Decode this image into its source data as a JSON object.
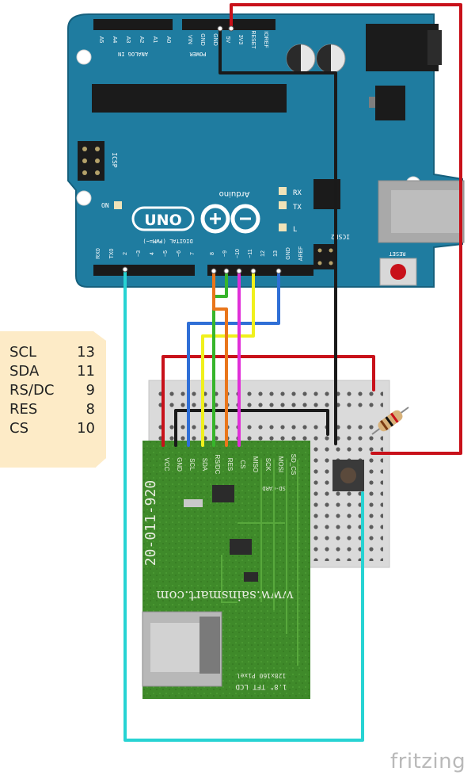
{
  "arduino": {
    "uno_label": "UNO",
    "brand": "Arduino",
    "analog_header_label": "ANALOG IN",
    "power_header_label": "POWER",
    "digital_header_label": "DIGITAL (PWM=~)",
    "analog_pins": [
      "A5",
      "A4",
      "A3",
      "A2",
      "A1",
      "A0"
    ],
    "power_pins": [
      "VIN",
      "GND",
      "GND",
      "5V",
      "3V3",
      "RESET",
      "IOREF"
    ],
    "digital_pins_low": [
      "RX0",
      "TX0",
      "2",
      "~3",
      "4",
      "~5",
      "~6",
      "7"
    ],
    "digital_pins_high": [
      "8",
      "~9",
      "~10",
      "~11",
      "12",
      "13",
      "GND",
      "AREF"
    ],
    "icsp_label": "ICSP",
    "icsp2_label": "ICSP2",
    "rx_label": "RX",
    "tx_label": "TX",
    "l_label": "L",
    "on_label": "ON",
    "reset_label": "RESET"
  },
  "lcd_module": {
    "pins": [
      "VCC",
      "GND",
      "SCL",
      "SDA",
      "RS/DC",
      "RES",
      "CS",
      "MISO",
      "SCK",
      "MOSI",
      "SD_CS"
    ],
    "part_number": "20-011-920",
    "website": "www.sainsmart.com",
    "model_text": "1.8\" TFT LCD",
    "resolution_text": "128x160 Pixel",
    "sd_label": "SD-CARD"
  },
  "pin_note": {
    "rows": [
      {
        "signal": "SCL",
        "pin": "13"
      },
      {
        "signal": "SDA",
        "pin": "11"
      },
      {
        "signal": "RS/DC",
        "pin": "9"
      },
      {
        "signal": "RES",
        "pin": "8"
      },
      {
        "signal": "CS",
        "pin": "10"
      }
    ]
  },
  "watermark": "fritzing",
  "colors": {
    "board": "#1f7ca0",
    "wire_red": "#c8111a",
    "wire_black": "#1a1a1a",
    "wire_cyan": "#27d3d3",
    "wire_blue": "#2f6fd6",
    "wire_yellow": "#f0f01c",
    "wire_green": "#37b52b",
    "wire_orange": "#e9761b",
    "wire_magenta": "#e02fd8",
    "pcb": "#3e8a2b",
    "note": "#fdebc7"
  }
}
